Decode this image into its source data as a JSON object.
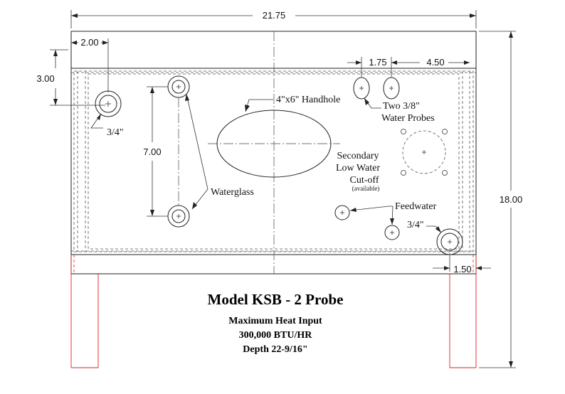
{
  "dimensions": {
    "overall_width": "21.75",
    "left_offset": "2.00",
    "top_offset": "3.00",
    "probe_spacing": "1.75",
    "right_offset": "4.50",
    "waterglass_height": "7.00",
    "overall_height": "18.00",
    "bottom_right": "1.50"
  },
  "labels": {
    "pipe_left": "3/4\"",
    "handhole": "4\"x6\" Handhole",
    "probes_line1": "Two 3/8\"",
    "probes_line2": "Water Probes",
    "secondary_line1": "Secondary",
    "secondary_line2": "Low Water",
    "secondary_line3": "Cut-off",
    "secondary_note": "(available)",
    "waterglass": "Waterglass",
    "feedwater": "Feedwater",
    "pipe_right": "3/4\""
  },
  "title_block": {
    "title": "Model KSB - 2 Probe",
    "line1": "Maximum Heat Input",
    "line2": "300,000 BTU/HR",
    "line3": "Depth 22-9/16\""
  }
}
